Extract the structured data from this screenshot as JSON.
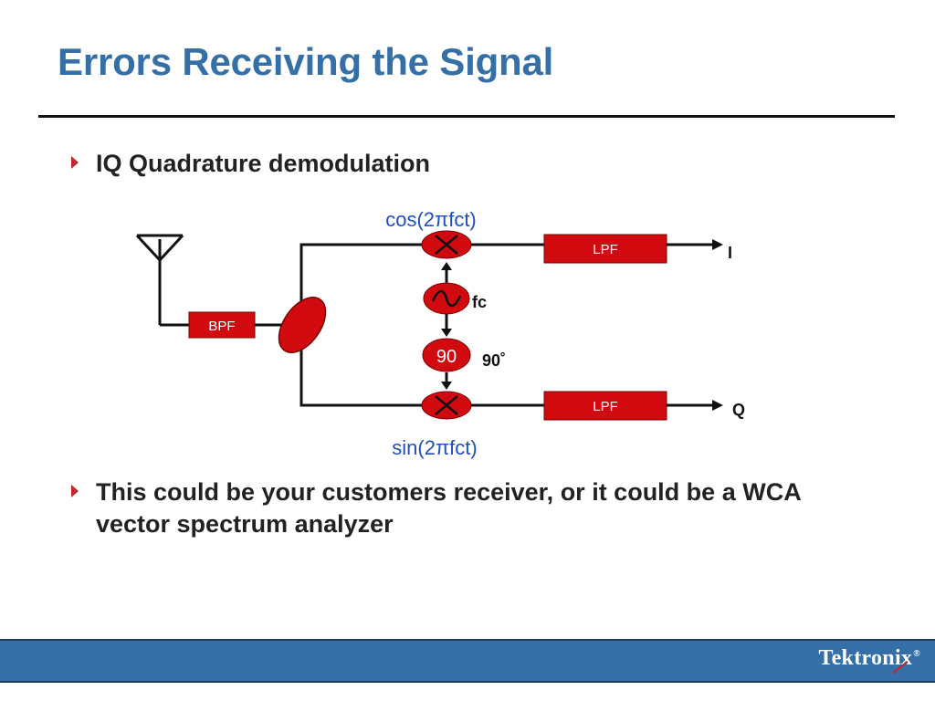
{
  "slide": {
    "title": "Errors Receiving the Signal",
    "bullets": [
      "IQ Quadrature demodulation",
      "This could be your customers receiver, or it could be a WCA vector spectrum analyzer"
    ]
  },
  "diagram": {
    "cos_label": "cos(2πfct)",
    "sin_label": "sin(2πfct)",
    "bpf_label": "BPF",
    "lpf_top_label": "LPF",
    "lpf_bottom_label": "LPF",
    "output_i": "I",
    "output_q": "Q",
    "oscillator_label": "fc",
    "phase_block": "90",
    "phase_label": "90˚",
    "block_color": "#d10a10",
    "label_color": "#1f4fbf"
  },
  "footer": {
    "logo": "Tektronix",
    "logo_reg": "®",
    "bar_color": "#356fa8"
  }
}
